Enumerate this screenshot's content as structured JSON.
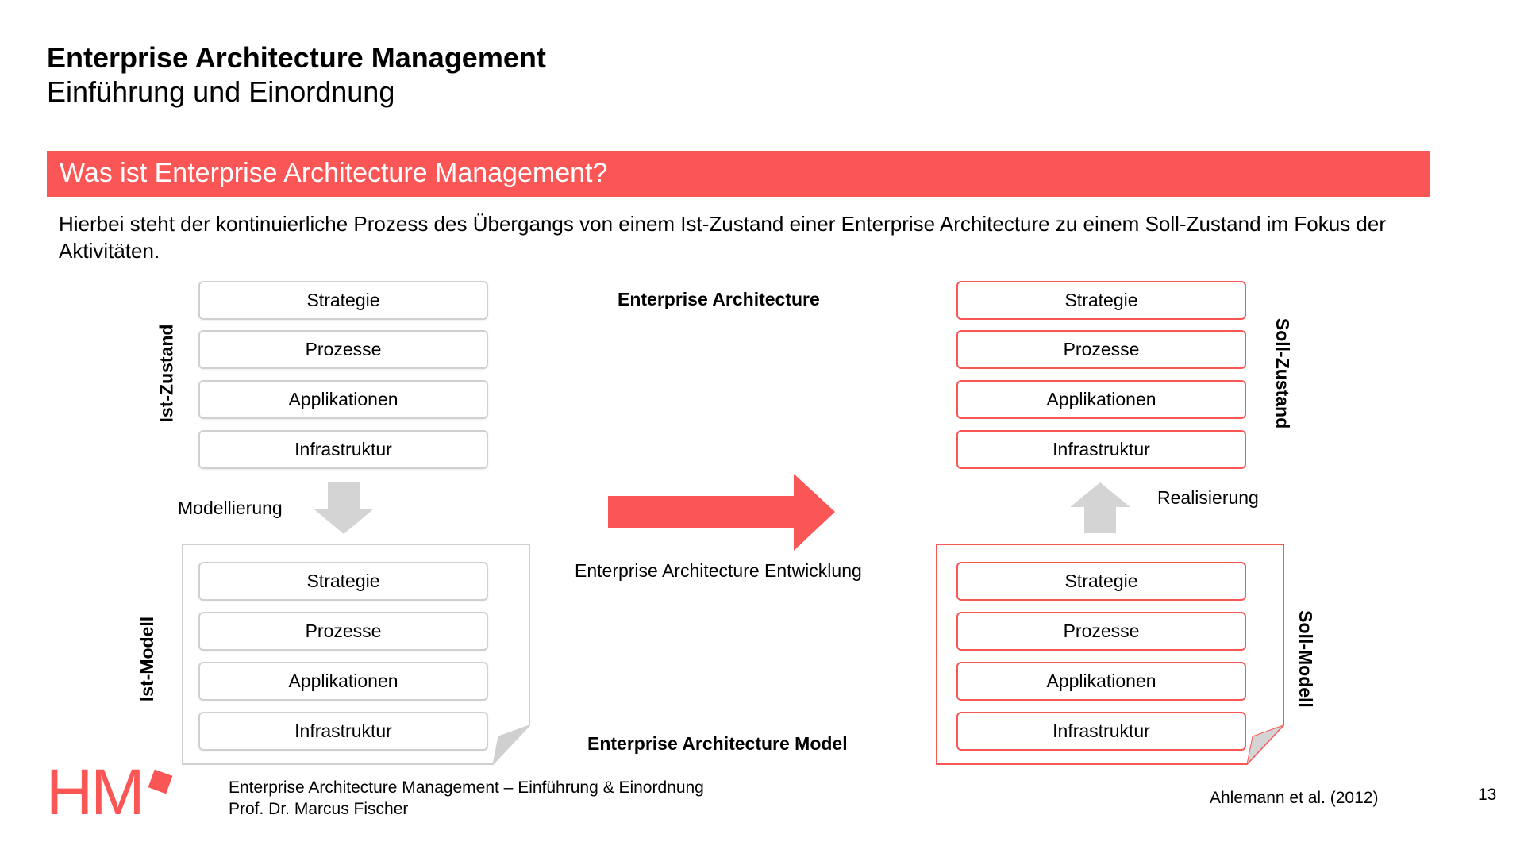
{
  "header": {
    "title": "Enterprise Architecture Management",
    "subtitle": "Einführung und Einordnung"
  },
  "section": {
    "heading": "Was ist Enterprise Architecture Management?",
    "intro": "Hierbei steht der kontinuierliche Prozess des Übergangs von einem Ist-Zustand einer Enterprise Architecture zu einem Soll-Zustand im Fokus der Aktivitäten."
  },
  "diagram": {
    "layers": [
      "Strategie",
      "Prozesse",
      "Applikationen",
      "Infrastruktur"
    ],
    "ist_zustand_label": "Ist-Zustand",
    "ist_modell_label": "Ist-Modell",
    "soll_zustand_label": "Soll-Zustand",
    "soll_modell_label": "Soll-Modell",
    "modellierung_label": "Modellierung",
    "realisierung_label": "Realisierung",
    "enterprise_architecture_label": "Enterprise Architecture",
    "ea_entwicklung_label": "Enterprise Architecture Entwicklung",
    "ea_model_label": "Enterprise Architecture Model",
    "colors": {
      "accent": "#fb5656",
      "gray_border": "#d0d0d0",
      "gray_arrow": "#d4d4d4"
    }
  },
  "footer": {
    "logo": "HM",
    "course": "Enterprise Architecture Management – Einführung & Einordnung",
    "author": "Prof. Dr. Marcus Fischer",
    "citation": "Ahlemann et al. (2012)",
    "page_number": "13"
  }
}
